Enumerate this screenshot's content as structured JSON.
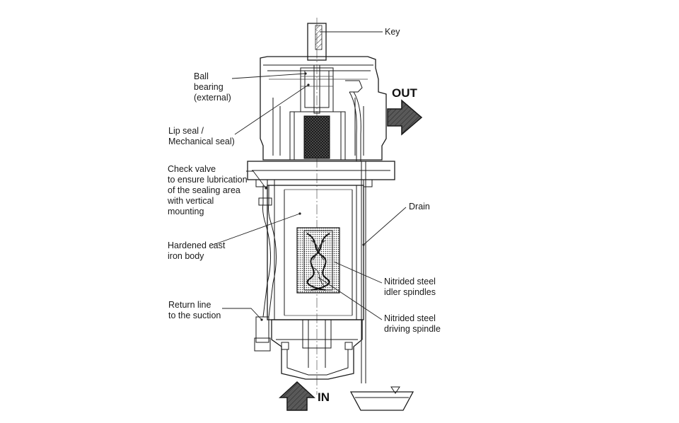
{
  "labels": {
    "key": "Key",
    "ball_bearing": [
      "Ball",
      "bearing",
      "(external)"
    ],
    "lip_seal": [
      "Lip seal /",
      "Mechanical seal)"
    ],
    "check_valve": [
      "Check valve",
      "to ensure lubrication",
      "of the sealing area",
      "with vertical",
      "mounting"
    ],
    "hardened_body": [
      "Hardened cast",
      "iron body"
    ],
    "return_line": [
      "Return line",
      "to the suction"
    ],
    "drain": "Drain",
    "idler_spindles": [
      "Nitrided steel",
      "idler spindles"
    ],
    "driving_spindle": [
      "Nitrided steel",
      "driving spindle"
    ],
    "out": "OUT",
    "in": "IN"
  },
  "icons": [
    "out-arrow-icon",
    "in-arrow-icon",
    "drain-tank-icon"
  ]
}
